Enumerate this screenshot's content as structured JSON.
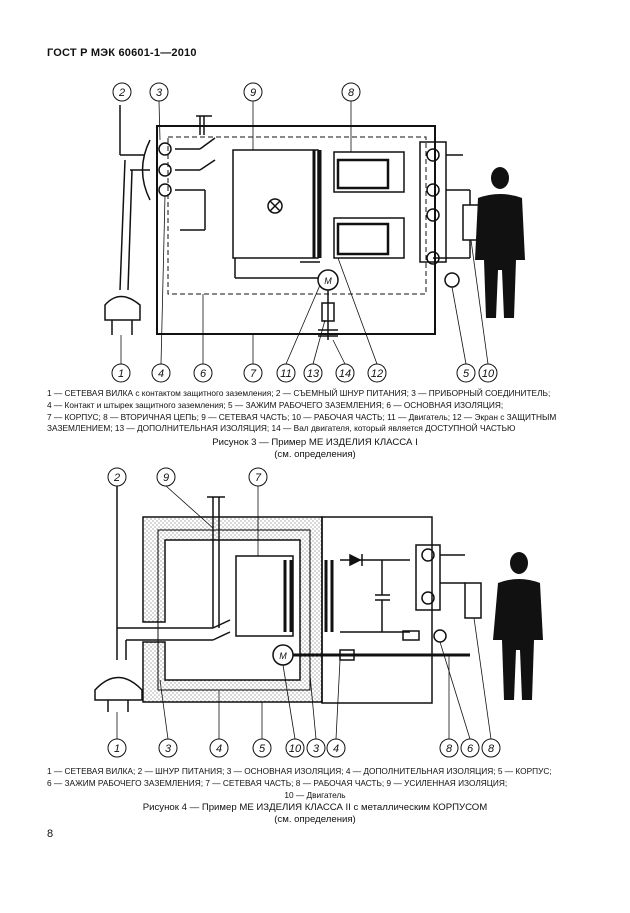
{
  "header": {
    "standard": "ГОСТ Р МЭК 60601-1—2010"
  },
  "figure3": {
    "callouts_top": [
      "2",
      "3",
      "9",
      "8"
    ],
    "callouts_bottom": [
      "1",
      "4",
      "6",
      "7",
      "11",
      "13",
      "14",
      "12",
      "5",
      "10"
    ],
    "motor_label": "M",
    "legend_lines": [
      "1 — СЕТЕВАЯ ВИЛКА с контактом защитного заземления; 2 — СЪЕМНЫЙ ШНУР ПИТАНИЯ; 3 — ПРИБОРНЫЙ СОЕДИНИТЕЛЬ;",
      "4 — Контакт и штырек защитного заземления;   5 — ЗАЖИМ РАБОЧЕГО ЗАЗЕМЛЕНИЯ;   6 — ОСНОВНАЯ ИЗОЛЯЦИЯ;",
      "7 — КОРПУС; 8 — ВТОРИЧНАЯ ЦЕПЬ; 9 — СЕТЕВАЯ ЧАСТЬ; 10 — РАБОЧАЯ ЧАСТЬ; 11 — Двигатель; 12 — Экран с ЗАЩИТНЫМ",
      "ЗАЗЕМЛЕНИЕМ; 13 — ДОПОЛНИТЕЛЬНАЯ ИЗОЛЯЦИЯ; 14 — Вал двигателя, который является ДОСТУПНОЙ ЧАСТЬЮ"
    ],
    "caption_line1": "Рисунок 3 — Пример МЕ ИЗДЕЛИЯ КЛАССА I",
    "caption_line2": "(см. определения)"
  },
  "figure4": {
    "callouts_top": [
      "2",
      "9",
      "7"
    ],
    "callouts_bottom": [
      "1",
      "3",
      "4",
      "5",
      "10",
      "3",
      "4",
      "8",
      "6",
      "8"
    ],
    "motor_label": "M",
    "legend_lines": [
      "1 — СЕТЕВАЯ ВИЛКА; 2 — ШНУР ПИТАНИЯ; 3 — ОСНОВНАЯ ИЗОЛЯЦИЯ; 4 — ДОПОЛНИТЕЛЬНАЯ ИЗОЛЯЦИЯ; 5 — КОРПУС;",
      "6 — ЗАЖИМ РАБОЧЕГО ЗАЗЕМЛЕНИЯ; 7 — СЕТЕВАЯ ЧАСТЬ; 8 — РАБОЧАЯ ЧАСТЬ; 9 — УСИЛЕННАЯ ИЗОЛЯЦИЯ;",
      "10 — Двигатель"
    ],
    "caption_line1": "Рисунок 4 — Пример МЕ ИЗДЕЛИЯ КЛАССА II с металлическим КОРПУСОМ",
    "caption_line2": "(см. определения)"
  },
  "page_number": "8",
  "colors": {
    "ink": "#111111",
    "background": "#ffffff",
    "hatch": "#888888"
  }
}
